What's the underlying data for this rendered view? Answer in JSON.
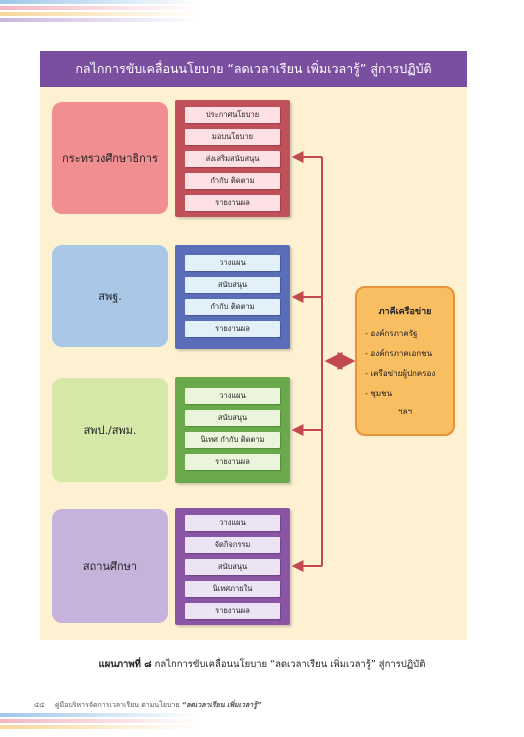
{
  "title": "กลไกการขับเคลื่อนนโยบาย “ลดเวลาเรียน เพิ่มเวลารู้” สู่การปฏิบัติ",
  "groups": [
    {
      "name": "กระทรวงศึกษาธิการ",
      "items": [
        "ประกาศนโยบาย",
        "มอบนโยบาย",
        "ส่งเสริมสนับสนุน",
        "กำกับ ติดตาม",
        "รายงานผล"
      ]
    },
    {
      "name": "สพฐ.",
      "items": [
        "วางแผน",
        "สนับสนุน",
        "กำกับ ติดตาม",
        "รายงานผล"
      ]
    },
    {
      "name": "สพป./สพม.",
      "items": [
        "วางแผน",
        "สนับสนุน",
        "นิเทศ กำกับ ติดตาม",
        "รายงานผล"
      ]
    },
    {
      "name": "สถานศึกษา",
      "items": [
        "วางแผน",
        "จัดกิจกรรม",
        "สนับสนุน",
        "นิเทศภายใน",
        "รายงานผล"
      ]
    }
  ],
  "network": {
    "title": "ภาคีเครือข่าย",
    "items": [
      "- องค์กรภาครัฐ",
      "- องค์กรภาคเอกชน",
      "- เครือข่ายผู้ปกครอง",
      "- ชุมชน"
    ],
    "etc": "ฯลฯ"
  },
  "caption": {
    "label": "แผนภาพที่ ๘",
    "text": "กลไกการขับเคลื่อนนโยบาย “ลดเวลาเรียน เพิ่มเวลารู้” สู่การปฏิบัติ"
  },
  "footer": {
    "page": "๔๔",
    "text": "คู่มือบริหารจัดการเวลาเรียน ตามนโยบาย",
    "emphasis": "“ลดเวลาเรียน เพิ่มเวลารู้”"
  },
  "colors": {
    "title_bar": "#7b4fa0",
    "panel": "#fdf1d2",
    "arrow": "#c24a4e",
    "network_fill": "#f9bd62",
    "network_border": "#e8923b"
  }
}
